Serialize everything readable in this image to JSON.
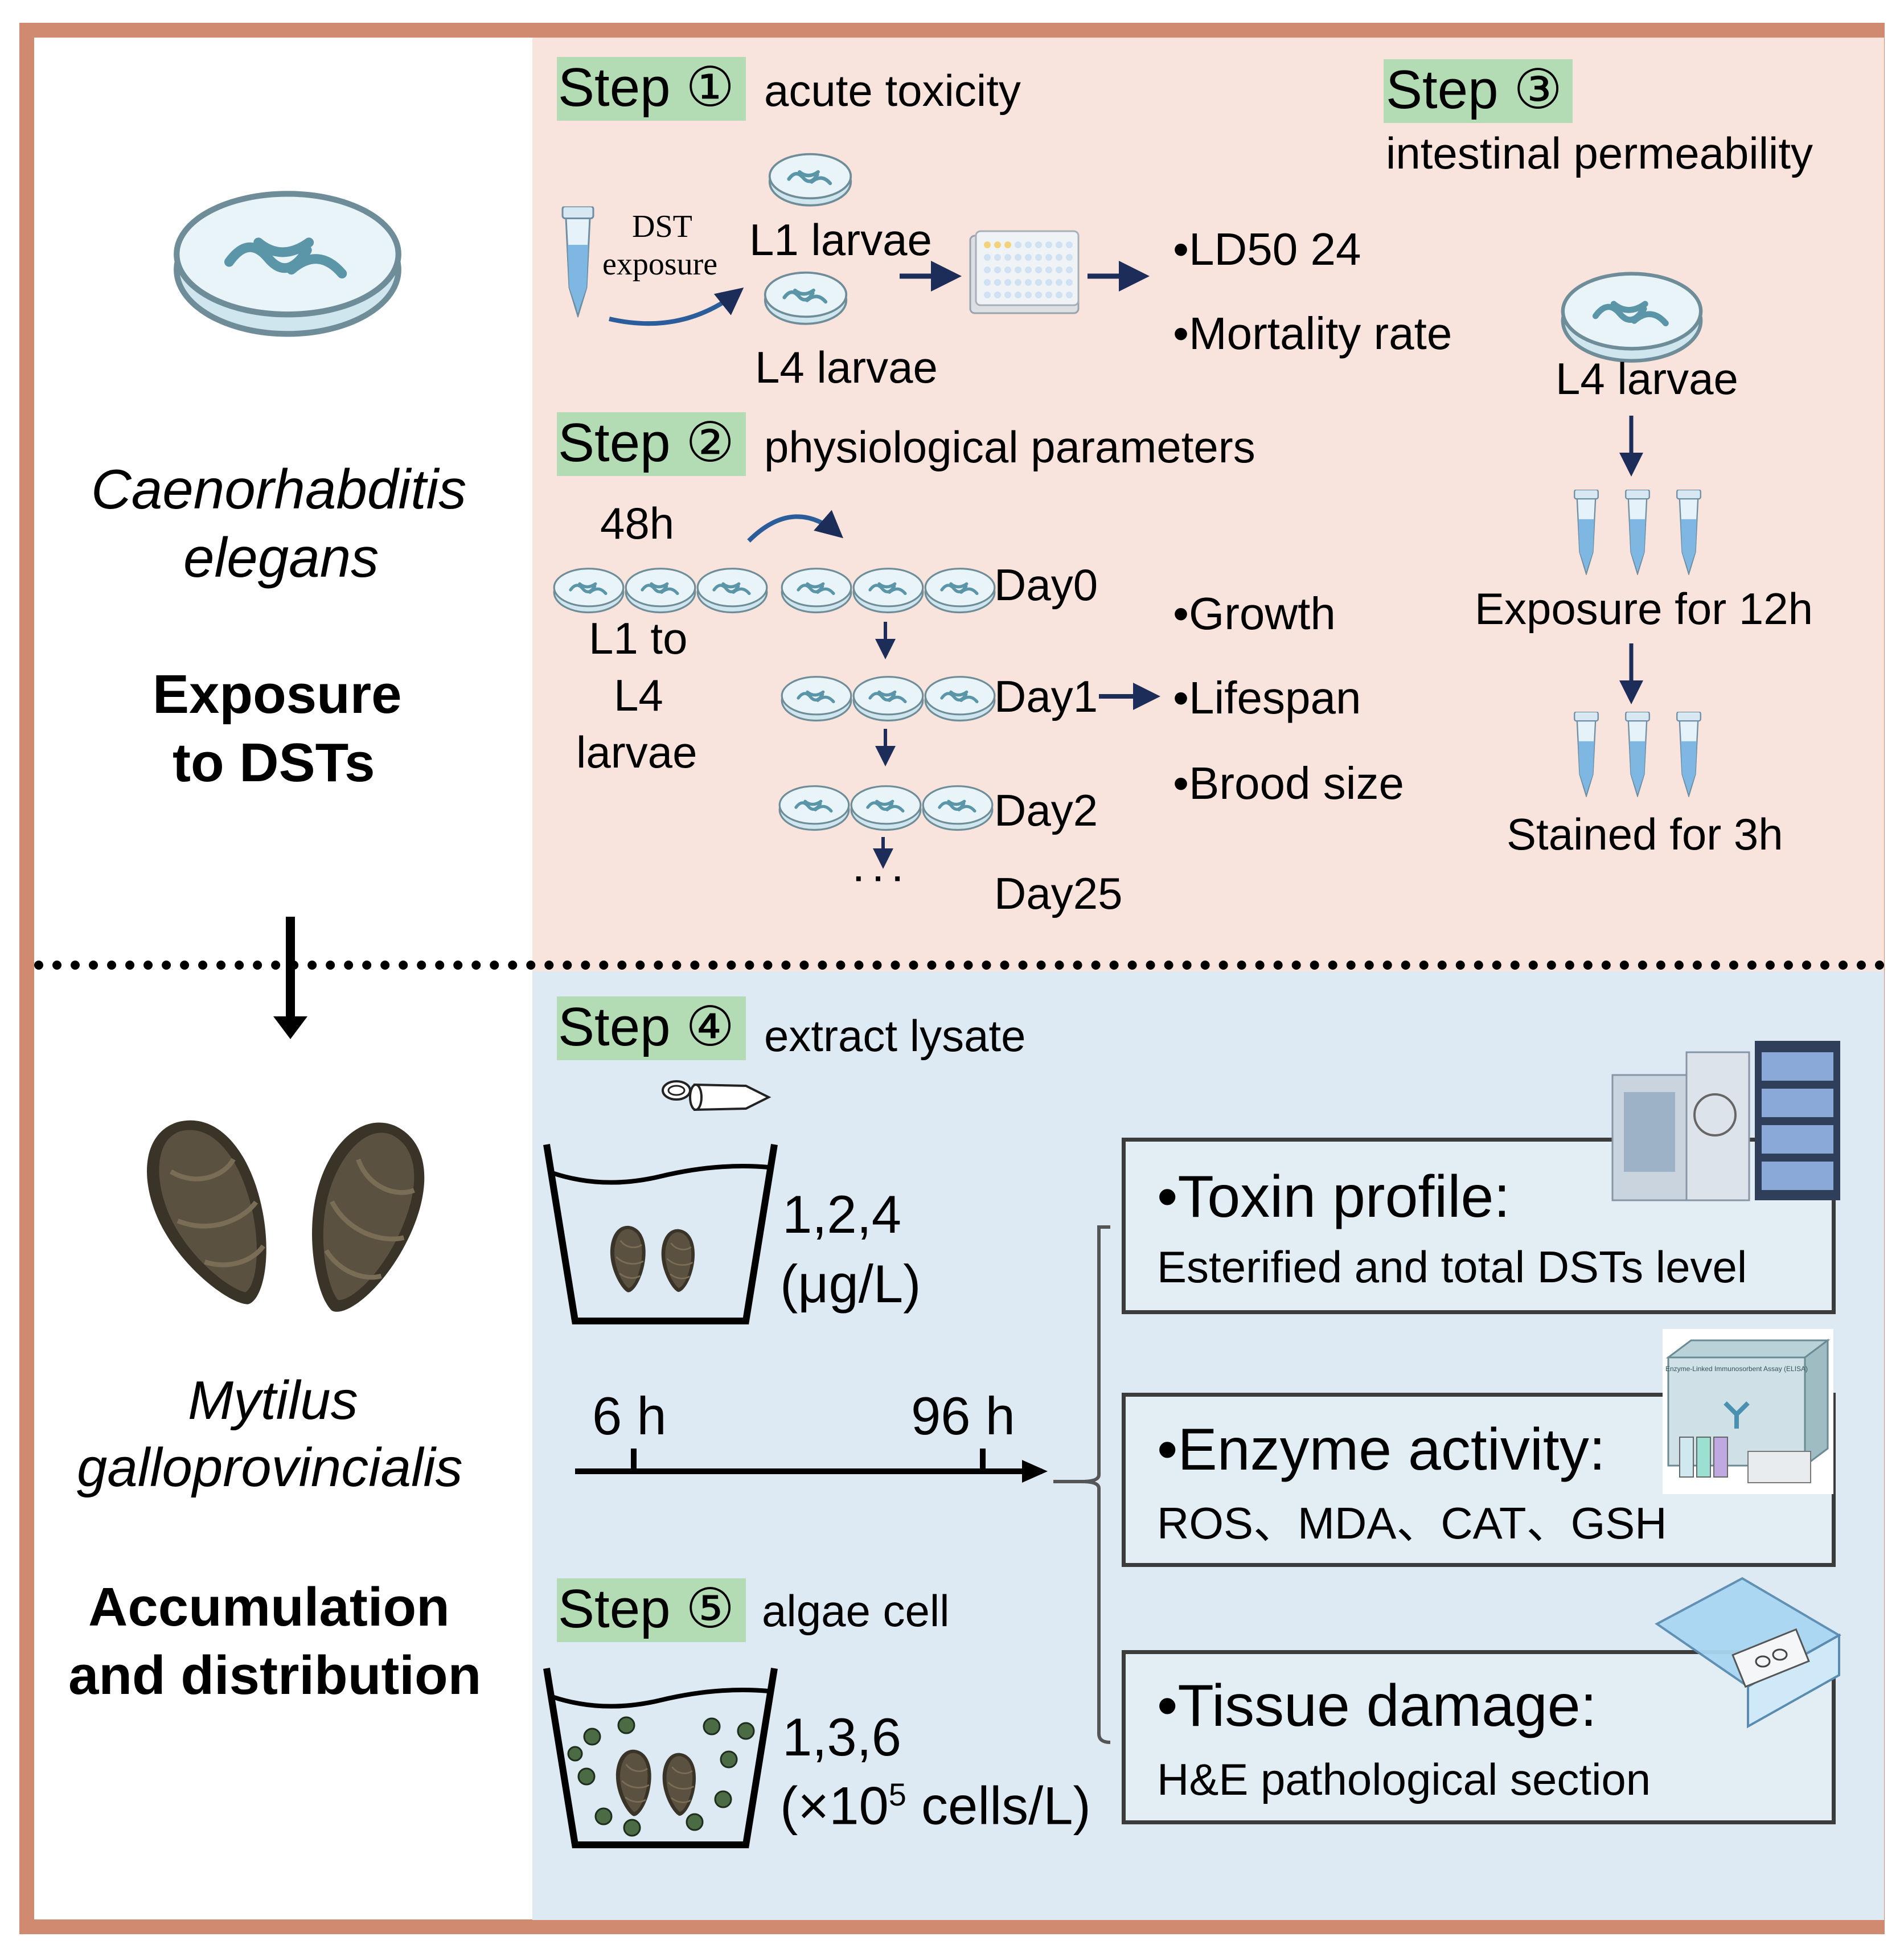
{
  "left": {
    "organism1": [
      "Caenorhabditis",
      "elegans"
    ],
    "title1": [
      "Exposure",
      "to DSTs"
    ],
    "organism2": [
      "Mytilus",
      "galloprovincialis"
    ],
    "title2": [
      "Accumulation",
      "and distribution"
    ]
  },
  "step1": {
    "label": "Step ①",
    "title": "acute toxicity",
    "exposure": [
      "DST",
      "exposure"
    ],
    "stage1": "L1 larvae",
    "stage2": "L4 larvae",
    "out1": "•LD50 24",
    "out2": "•Mortality rate"
  },
  "step2": {
    "label": "Step ②",
    "title": "physiological parameters",
    "duration": "48h",
    "stage": [
      "L1 to",
      "L4",
      "larvae"
    ],
    "day0": "Day0",
    "day1": "Day1",
    "day2": "Day2",
    "dots": "· · ·",
    "day25": "Day25",
    "out1": "•Growth",
    "out2": "•Lifespan",
    "out3": "•Brood size"
  },
  "step3": {
    "label": "Step ③",
    "title": "intestinal permeability",
    "stage": "L4 larvae",
    "expose": "Exposure for 12h",
    "stain": "Stained for 3h"
  },
  "step4": {
    "label": "Step ④",
    "title": "extract lysate",
    "conc": "1,2,4",
    "unit": "(μg/L)"
  },
  "timeline": {
    "start": "6 h",
    "end": "96 h"
  },
  "step5": {
    "label": "Step ⑤",
    "title": "algae cell",
    "conc": "1,3,6",
    "unit_pre": "(×10",
    "unit_sup": "5",
    "unit_post": " cells/L)"
  },
  "outcomes": {
    "toxin_title": "•Toxin profile:",
    "toxin_desc": "Esterified and total DSTs level",
    "enzyme_title": "•Enzyme activity:",
    "enzyme_desc": "ROS、MDA、CAT、GSH",
    "tissue_title": "•Tissue damage:",
    "tissue_desc": "H&E pathological section",
    "elisa_label": "Enzyme-Linked Immunosorbent Assay (ELISA)"
  },
  "colors": {
    "frame": "#d08a70",
    "top_panel": "#f8e4dd",
    "bottom_panel": "#ddeaf3",
    "step_highlight": "#b4dcb4",
    "arrow_navy": "#1c2d5a"
  }
}
